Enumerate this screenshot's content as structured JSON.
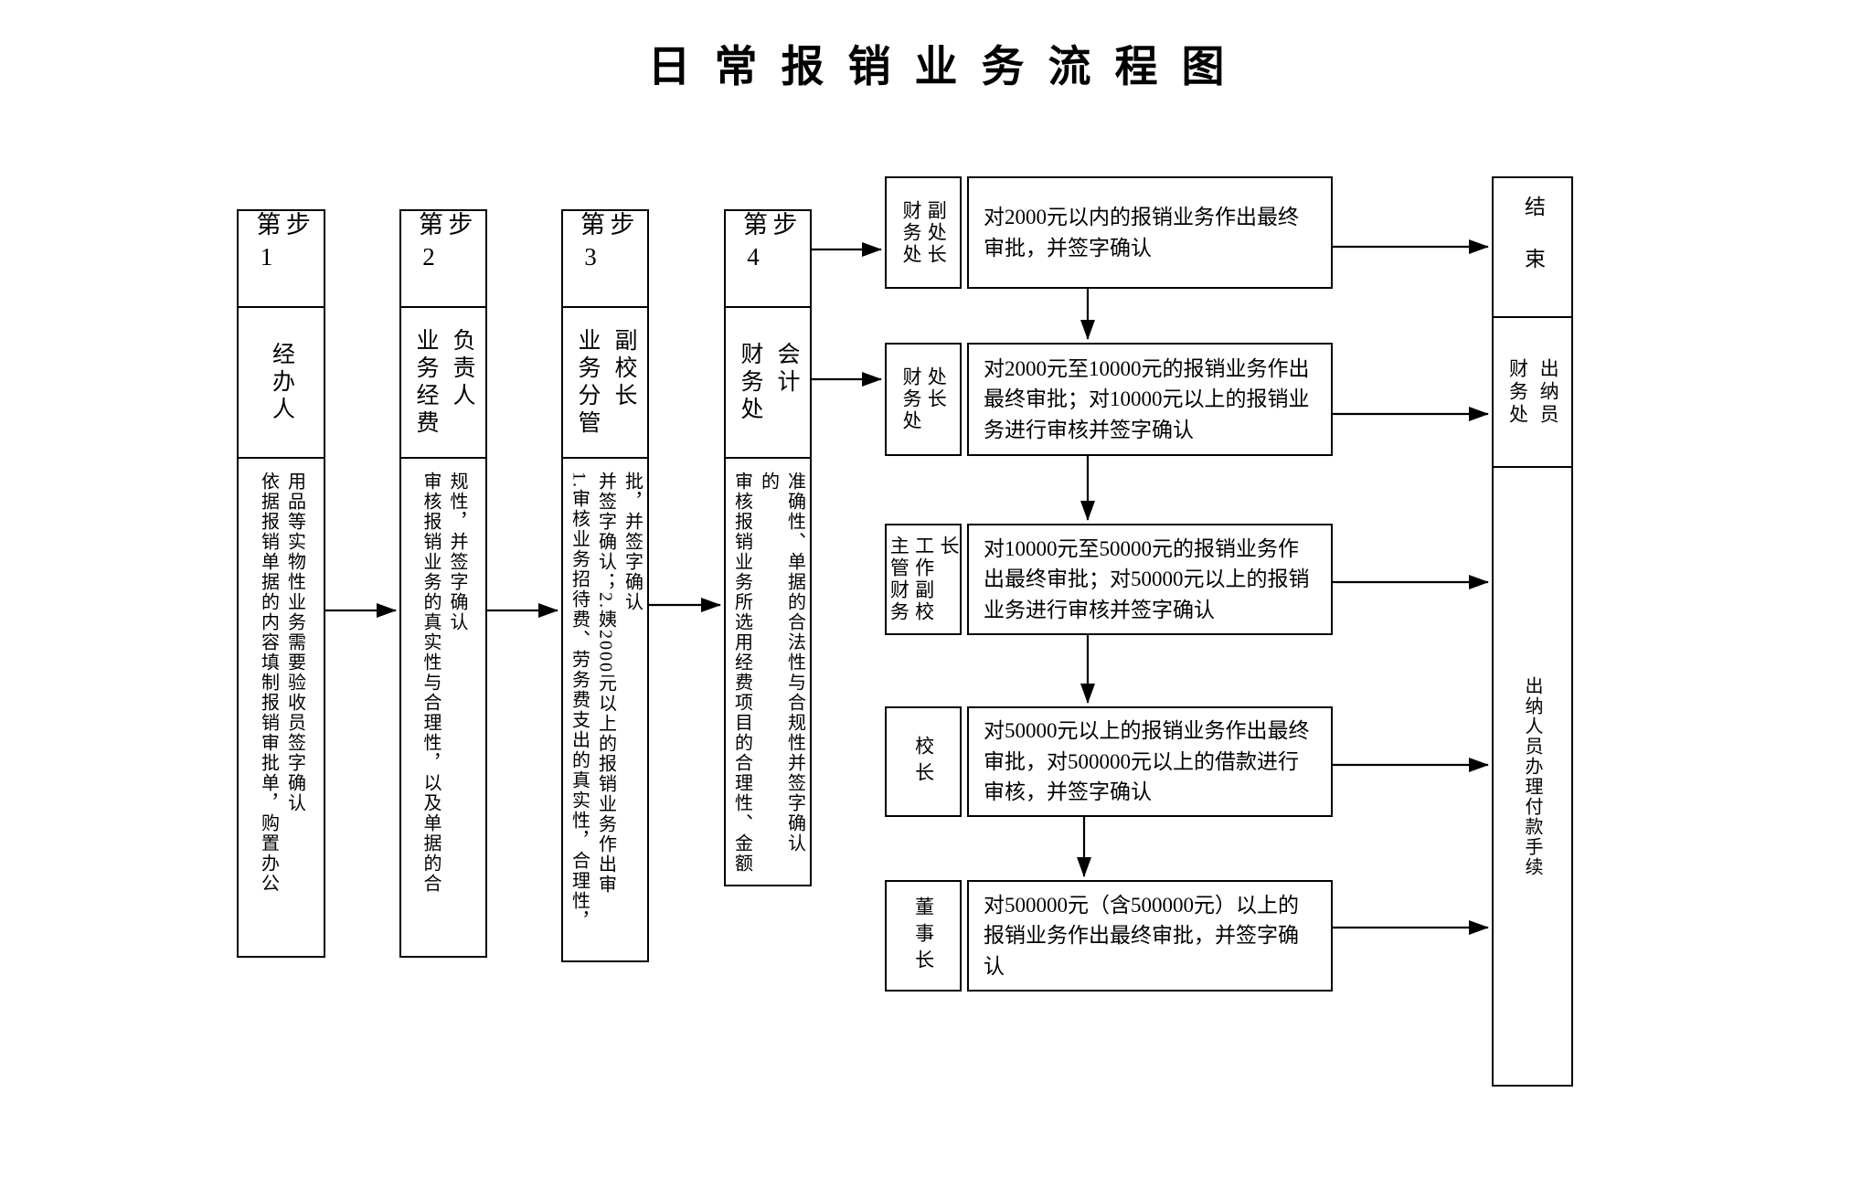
{
  "title": "日常报销业务流程图",
  "steps": [
    {
      "step_label": "第1步",
      "role": "经办人",
      "desc": "依据报销单据的内容填制报销审批单，购置办公\n用品等实物性业务需要验收员签字确认"
    },
    {
      "step_label": "第2步",
      "role": "业务经费\n负责人",
      "desc": "审核报销业务的真实性与合理性，以及单据的合\n规性，并签字确认"
    },
    {
      "step_label": "第3步",
      "role": "业务分管\n副校长",
      "desc": "1.审核业务招待费、劳务费支出的真实性，合理性，\n并签字确认；2.姨2000元以上的报销业务作出审\n批，并签字确认"
    },
    {
      "step_label": "第4步",
      "role": "财务处\n会计",
      "desc": "审核报销业务所选用经费项目的合理性、金额的\n准确性、单据的合法性与合规性并签字确认"
    }
  ],
  "approvals": [
    {
      "role": "财务处\n副处长",
      "text": "对2000元以内的报销业务作出最终审批，并签字确认"
    },
    {
      "role": "财务处\n处长",
      "text": "对2000元至10000元的报销业务作出最终审批；对10000元以上的报销业务进行审核并签字确认"
    },
    {
      "role": "主管财务\n工作副校\n长",
      "text": "对10000元至50000元的报销业务作出最终审批；对50000元以上的报销业务进行审核并签字确认"
    },
    {
      "role": "校长",
      "text": "对50000元以上的报销业务作出最终审批，对500000元以上的借款进行审核，并签字确认"
    },
    {
      "role": "董事长",
      "text": "对500000元（含500000元）以上的报销业务作出最终审批，并签字确认"
    }
  ],
  "outcomes": {
    "end": "结束",
    "cashier": "财务处\n出纳员",
    "payment": "出纳人员办理付款手续"
  }
}
